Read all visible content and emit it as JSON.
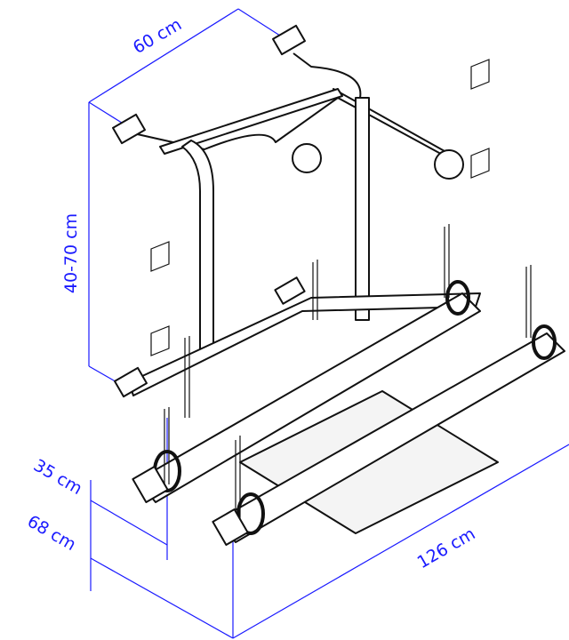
{
  "diagram": {
    "subject": "bike-rack",
    "accent_color": "#1a1aff",
    "dimensions": {
      "depth": "60 cm",
      "height_range": "40-70 cm",
      "rail_spacing": "35 cm",
      "lower_height": "68 cm",
      "width": "126 cm"
    }
  }
}
